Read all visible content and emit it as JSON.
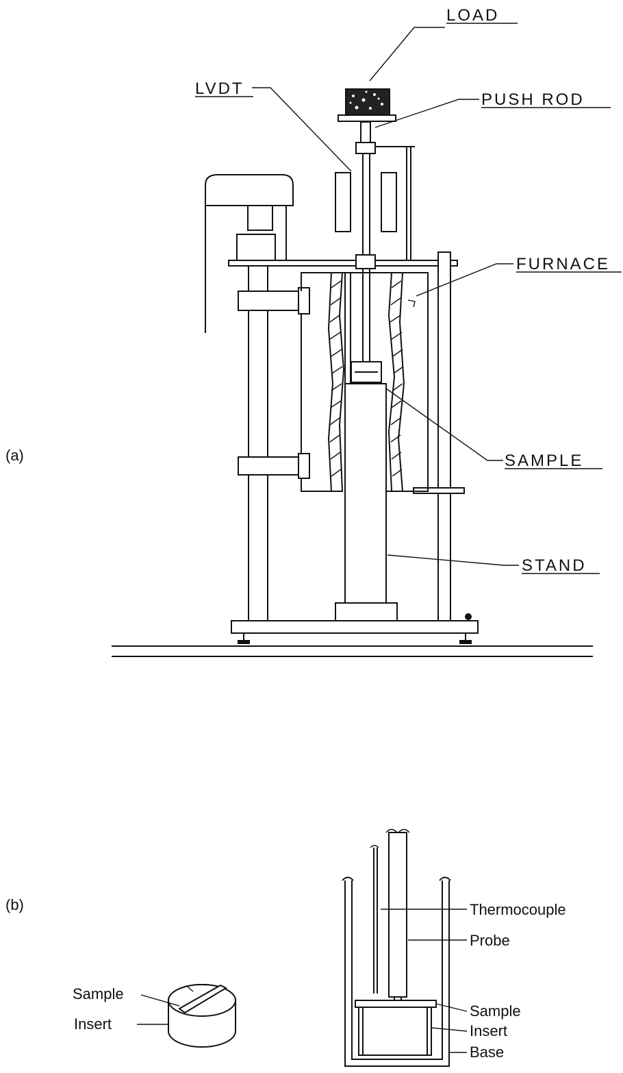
{
  "panels": {
    "a": "(a)",
    "b": "(b)"
  },
  "labels_a": {
    "load": "LOAD",
    "push_rod": "PUSH ROD",
    "lvdt": "LVDT",
    "furnace": "FURNACE",
    "sample": "SAMPLE",
    "stand": "STAND"
  },
  "labels_b_left": {
    "sample": "Sample",
    "insert": "Insert"
  },
  "labels_b_right": {
    "thermocouple": "Thermocouple",
    "probe": "Probe",
    "sample": "Sample",
    "insert": "Insert",
    "base": "Base"
  }
}
